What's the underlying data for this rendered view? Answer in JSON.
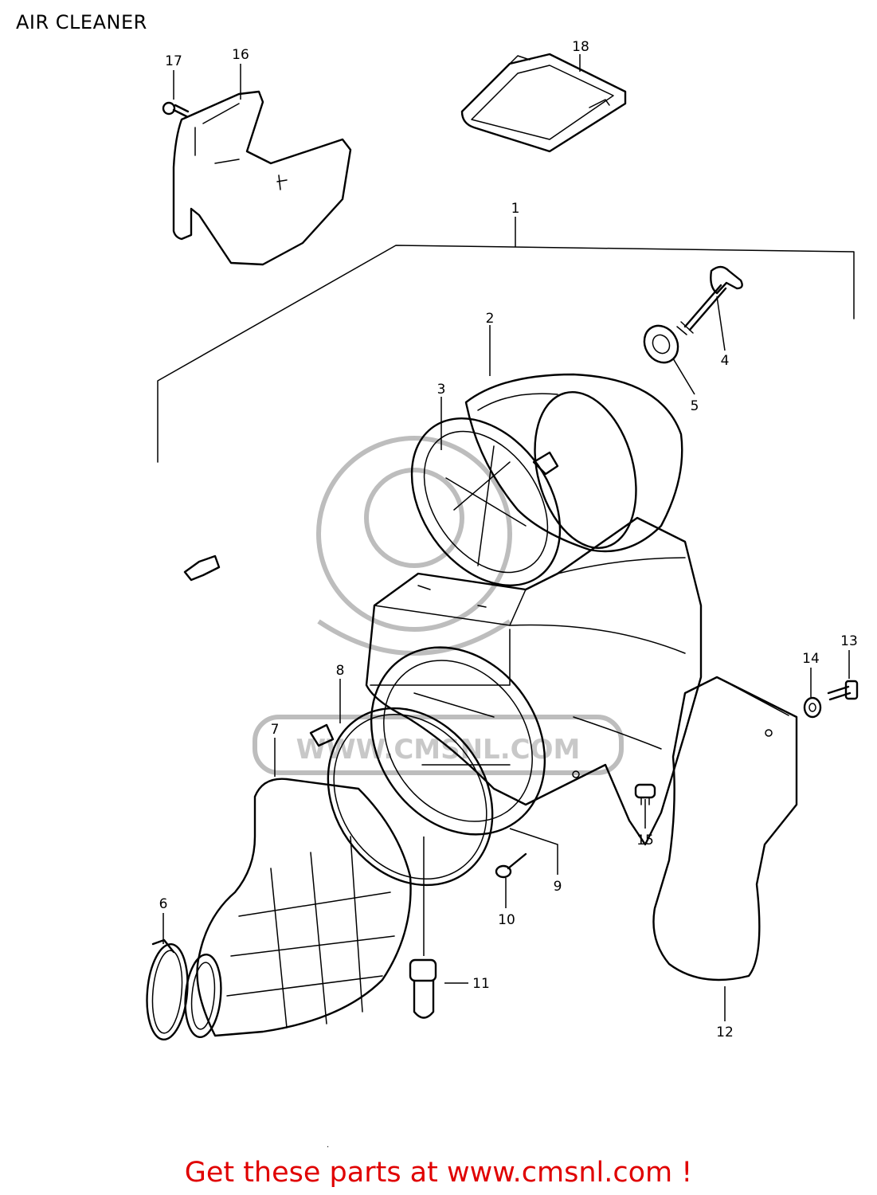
{
  "page_title": "AIR CLEANER",
  "callouts": [
    {
      "id": "1",
      "label": "1"
    },
    {
      "id": "2",
      "label": "2"
    },
    {
      "id": "3",
      "label": "3"
    },
    {
      "id": "4",
      "label": "4"
    },
    {
      "id": "5",
      "label": "5"
    },
    {
      "id": "6",
      "label": "6"
    },
    {
      "id": "7",
      "label": "7"
    },
    {
      "id": "8",
      "label": "8"
    },
    {
      "id": "9",
      "label": "9"
    },
    {
      "id": "10",
      "label": "10"
    },
    {
      "id": "11",
      "label": "11"
    },
    {
      "id": "12",
      "label": "12"
    },
    {
      "id": "13",
      "label": "13"
    },
    {
      "id": "14",
      "label": "14"
    },
    {
      "id": "15",
      "label": "15"
    },
    {
      "id": "16",
      "label": "16"
    },
    {
      "id": "17",
      "label": "17"
    },
    {
      "id": "18",
      "label": "18"
    }
  ],
  "watermark": {
    "text": "WWW.CMSNL.COM",
    "color": "#bdbdbd"
  },
  "footer": {
    "text": "Get these parts at www.cmsnl.com !",
    "color": "#e00000"
  }
}
